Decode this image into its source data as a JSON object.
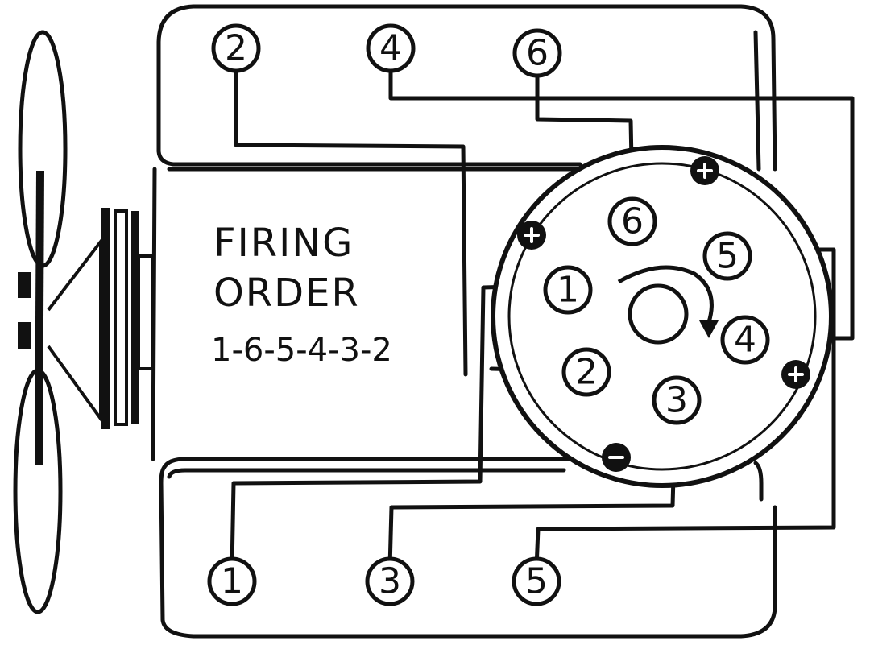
{
  "diagram": {
    "title_line1": "FIRING",
    "title_line2": "ORDER",
    "firing_order": "1-6-5-4-3-2",
    "top_cylinders": [
      "2",
      "4",
      "6"
    ],
    "bottom_cylinders": [
      "1",
      "3",
      "5"
    ],
    "distributor_terminals": [
      "6",
      "5",
      "1",
      "4",
      "2",
      "3"
    ]
  }
}
